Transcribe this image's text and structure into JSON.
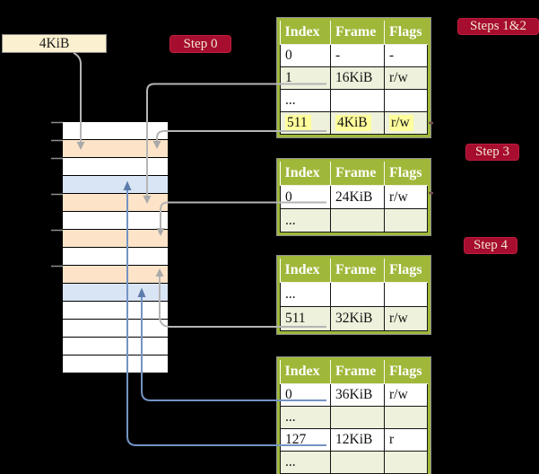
{
  "palette": {
    "background": "#000000",
    "table_border_green": "#9fb83a",
    "table_header_green": "#9fb83a",
    "table_row_tint": "#eef1db",
    "highlight_yellow": "#ffff9c",
    "badge_red": "#a60d2e",
    "badge_text": "#f2e7d2",
    "memory_orange": "#fde4c8",
    "memory_blue": "#d9e5f5",
    "memory_white": "#ffffff",
    "line_gray": "#b5b5b5",
    "arrow_gray": "#a9a9a9",
    "line_blue": "#7493c4",
    "arrow_blue": "#5b7cab",
    "tick_gray": "#8c8c8c",
    "stray_mark": "#75514a",
    "frame_box_cream": "#fbf0cf"
  },
  "frame_box": {
    "label": "4KiB"
  },
  "badges": {
    "step0": {
      "label": "Step 0"
    },
    "steps12": {
      "label": "Steps 1&2"
    },
    "step3": {
      "label": "Step 3"
    },
    "step4": {
      "label": "Step 4"
    }
  },
  "memory": {
    "rows": [
      {
        "css": "c-white"
      },
      {
        "css": "c-orange"
      },
      {
        "css": "c-white"
      },
      {
        "css": "c-blue"
      },
      {
        "css": "c-orange"
      },
      {
        "css": "c-white"
      },
      {
        "css": "c-orange"
      },
      {
        "css": "c-white"
      },
      {
        "css": "c-orange"
      },
      {
        "css": "c-blue"
      },
      {
        "css": "c-white"
      },
      {
        "css": "c-white"
      },
      {
        "css": "c-white"
      },
      {
        "css": "c-white"
      }
    ]
  },
  "tables": [
    {
      "name": "page-table-steps-1-2",
      "headers": [
        "Index",
        "Frame",
        "Flags"
      ],
      "rows": [
        {
          "index": "0",
          "frame": "-",
          "flags": "-"
        },
        {
          "index": "1",
          "frame": "16KiB",
          "flags": "r/w"
        },
        {
          "index": "...",
          "frame": "",
          "flags": ""
        },
        {
          "index": "511",
          "frame": "4KiB",
          "flags": "r/w",
          "highlighted": true
        }
      ]
    },
    {
      "name": "page-table-step-3",
      "headers": [
        "Index",
        "Frame",
        "Flags"
      ],
      "rows": [
        {
          "index": "0",
          "frame": "24KiB",
          "flags": "r/w"
        },
        {
          "index": "...",
          "frame": "",
          "flags": ""
        }
      ]
    },
    {
      "name": "page-table-step-4",
      "headers": [
        "Index",
        "Frame",
        "Flags"
      ],
      "rows": [
        {
          "index": "...",
          "frame": "",
          "flags": ""
        },
        {
          "index": "511",
          "frame": "32KiB",
          "flags": "r/w"
        }
      ]
    },
    {
      "name": "page-table-final",
      "headers": [
        "Index",
        "Frame",
        "Flags"
      ],
      "rows": [
        {
          "index": "0",
          "frame": "36KiB",
          "flags": "r/w"
        },
        {
          "index": "...",
          "frame": "",
          "flags": ""
        },
        {
          "index": "127",
          "frame": "12KiB",
          "flags": "r"
        },
        {
          "index": "...",
          "frame": "",
          "flags": ""
        }
      ]
    }
  ],
  "connectors": [
    {
      "name": "arrow-4kib-box-to-frame",
      "color": "gray",
      "direction": "down"
    },
    {
      "name": "arrow-entry1-to-16kib-frame",
      "color": "gray",
      "direction": "down"
    },
    {
      "name": "arrow-entry511-to-4kib-frame",
      "color": "gray",
      "direction": "down"
    },
    {
      "name": "arrow-entry0-to-24kib-frame",
      "color": "gray",
      "direction": "down"
    },
    {
      "name": "arrow-entry511-to-32kib-frame",
      "color": "gray",
      "direction": "up"
    },
    {
      "name": "arrow-entry0-to-36kib-page",
      "color": "blue",
      "direction": "up"
    },
    {
      "name": "arrow-entry127-to-12kib-page",
      "color": "blue",
      "direction": "up"
    }
  ]
}
